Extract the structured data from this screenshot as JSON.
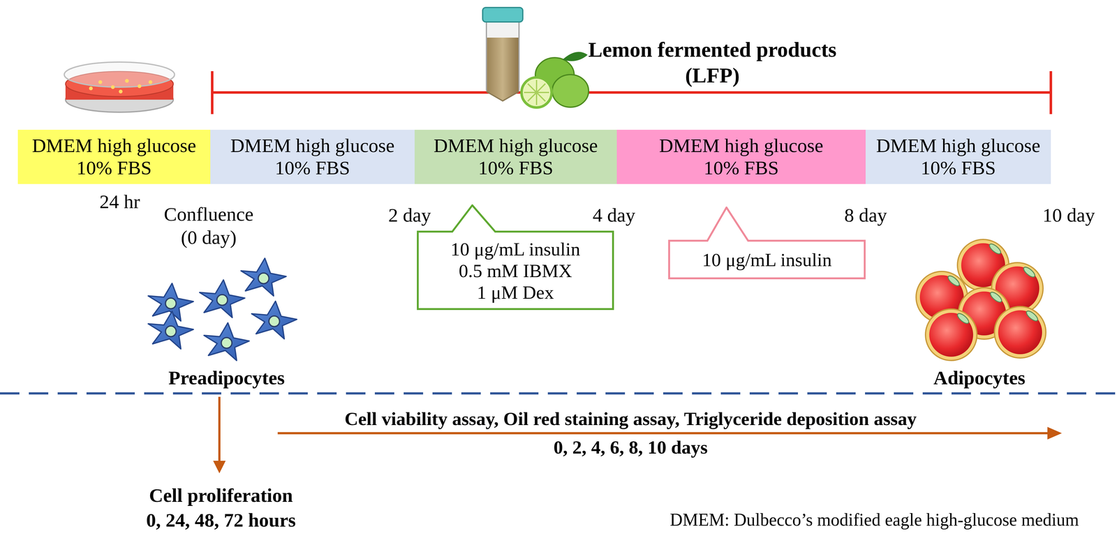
{
  "diagram": {
    "nodes": [
      {
        "text": [
          "DMEM high glucose",
          "10% FBS"
        ]
      },
      {
        "text": [
          "DMEM high glucose",
          "10% FBS"
        ]
      },
      {
        "text": [
          "DMEM high glucose",
          "10% FBS"
        ]
      },
      {
        "text": [
          "DMEM high glucose",
          "10% FBS"
        ]
      },
      {
        "text": [
          "DMEM high glucose",
          "10% FBS"
        ]
      },
      {
        "text": [
          "10 μg/mL insulin",
          "0.5 mM IBMX",
          "1 μM Dex"
        ]
      },
      {
        "text": [
          "10 μg/mL insulin"
        ]
      }
    ],
    "labels": [
      "Lemon fermented products (LFP)",
      "24 hr",
      "Confluence (0 day)",
      "2 day",
      "4 day",
      "8 day",
      "10 day",
      "Preadipocytes",
      "Adipocytes",
      "Cell viability assay, Oil red staining assay, Triglyceride deposition assay",
      "0, 2, 4, 6, 8, 10 days",
      "Cell proliferation",
      "0, 24, 48, 72 hours",
      "DMEM: Dulbecco’s modified eagle high-glucose medium"
    ]
  }
}
